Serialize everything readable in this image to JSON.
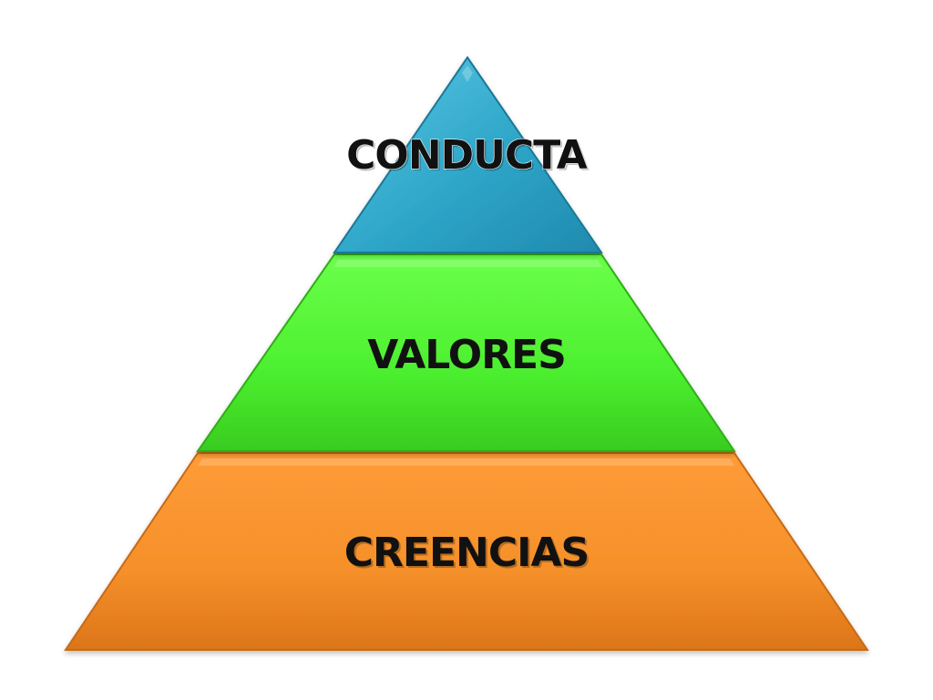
{
  "pyramid": {
    "levels": [
      {
        "label": "CONDUCTA",
        "color": "#2ea6c8"
      },
      {
        "label": "VALORES",
        "color": "#4cef2f"
      },
      {
        "label": "CREENCIAS",
        "color": "#f5902a"
      }
    ]
  }
}
